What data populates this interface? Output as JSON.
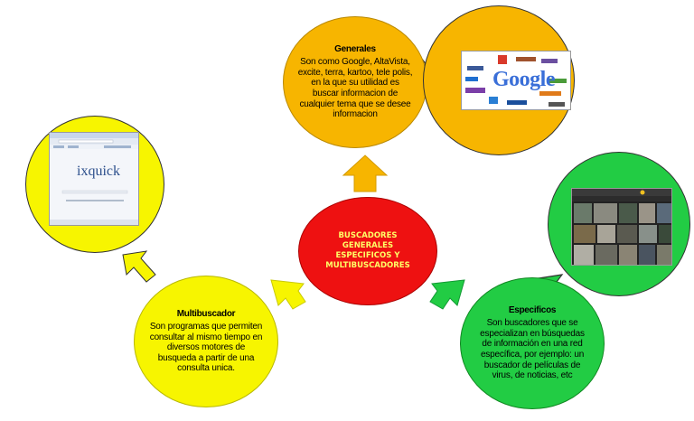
{
  "center": {
    "label": "BUSCADORES GENERALES ESPECIFICOS Y MULTIBUSCADORES"
  },
  "generales": {
    "title": "Generales",
    "body": "Son como Google, AltaVista, excite, terra, kartoo, tele polis, en la que su utilidad es buscar informacion de cualquier tema que se desee informacion"
  },
  "multibuscador": {
    "title": "Multibuscador",
    "body": "Son programas que permiten consultar al mismo tiempo en diversos motores de busqueda a partir de una consulta unica."
  },
  "especificos": {
    "title": "Especificos",
    "body": "Son buscadores que se especializan en búsquedas de información en una red específica, por ejemplo: un buscador de películas de virus, de noticias, etc"
  },
  "images": {
    "google_logo": "Google",
    "ixquick_logo": "ixquick"
  },
  "colors": {
    "center": "#ee1111",
    "generales": "#f7b500",
    "multibuscador": "#f7f500",
    "especificos": "#22cc44"
  }
}
